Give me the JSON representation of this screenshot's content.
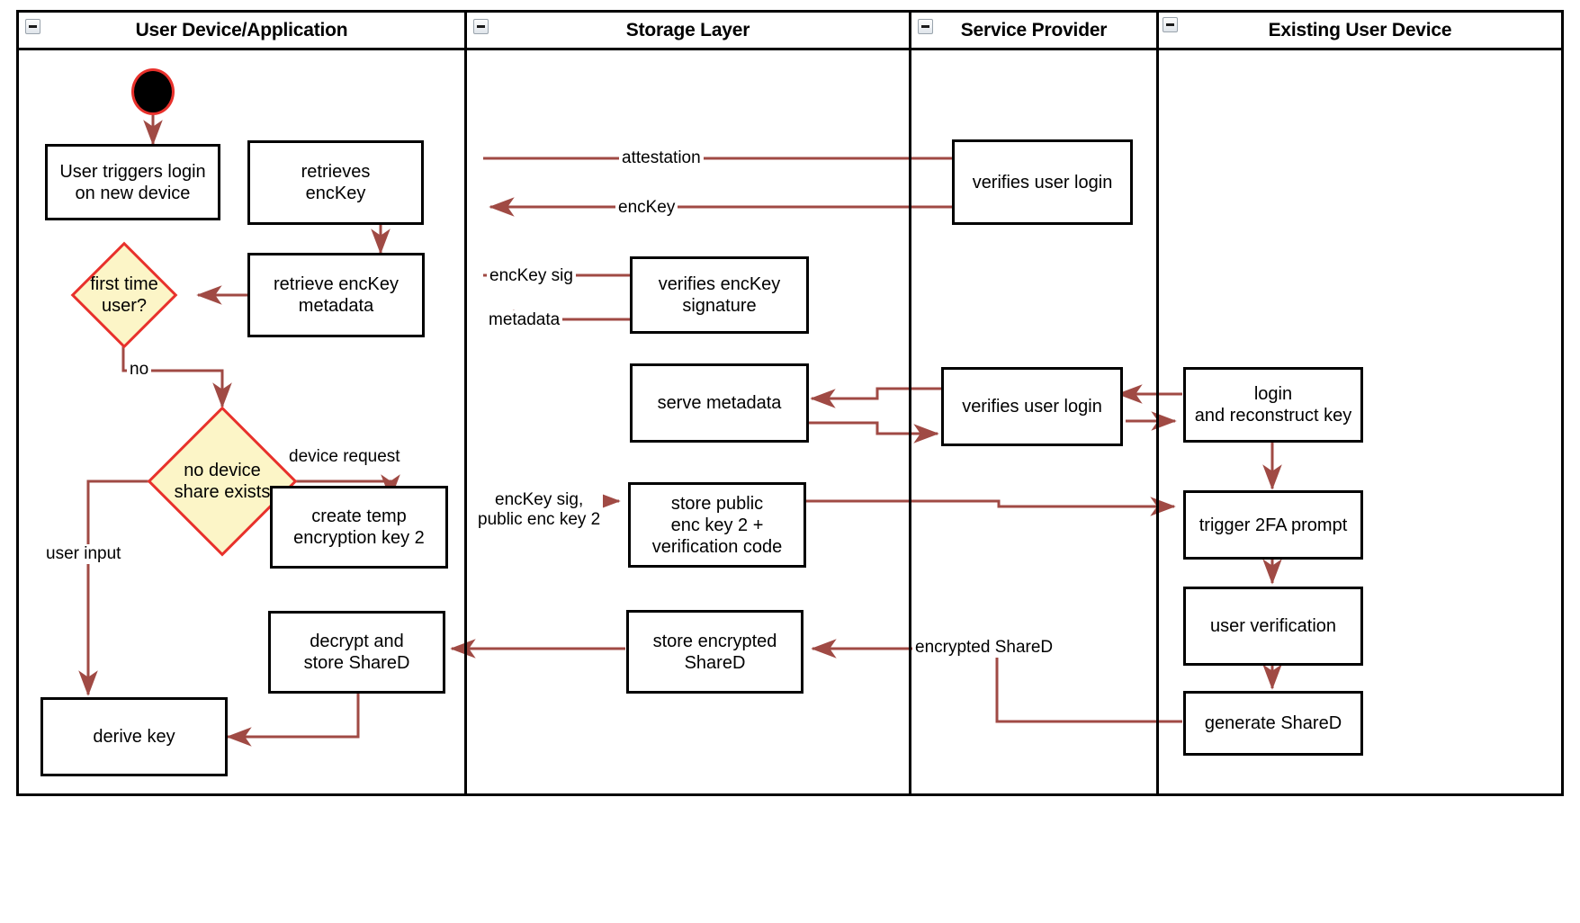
{
  "diagram": {
    "type": "uml-activity-swimlane",
    "title": "Key recovery / new device login activity diagram",
    "colors": {
      "edge": "#a04a44",
      "node_border": "#000000",
      "node_fill": "#ffffff",
      "decision_fill": "#fcf5c7",
      "decision_border": "#e8312c",
      "start_fill": "#000000",
      "start_border": "#e8312c",
      "lane_border": "#000000"
    }
  },
  "lanes": [
    {
      "id": "lane-user-device",
      "title": "User Device/Application",
      "collapse_icon": "minus-icon"
    },
    {
      "id": "lane-storage-layer",
      "title": "Storage Layer",
      "collapse_icon": "minus-icon"
    },
    {
      "id": "lane-service-provider",
      "title": "Service Provider",
      "collapse_icon": "minus-icon"
    },
    {
      "id": "lane-existing-user-device",
      "title": "Existing User Device",
      "collapse_icon": "minus-icon"
    }
  ],
  "nodes": [
    {
      "id": "start",
      "kind": "start",
      "lane": "lane-user-device",
      "label": ""
    },
    {
      "id": "user-triggers-login",
      "kind": "action",
      "lane": "lane-user-device",
      "label": "User triggers login\non new device"
    },
    {
      "id": "retrieves-enckey",
      "kind": "action",
      "lane": "lane-user-device",
      "label": "retrieves\nencKey"
    },
    {
      "id": "retrieve-enckey-metadata",
      "kind": "action",
      "lane": "lane-user-device",
      "label": "retrieve encKey\nmetadata"
    },
    {
      "id": "first-time-user",
      "kind": "decision",
      "lane": "lane-user-device",
      "label": "first time\nuser?"
    },
    {
      "id": "no-device-share-exists",
      "kind": "decision",
      "lane": "lane-user-device",
      "label": "no device\nshare exists"
    },
    {
      "id": "create-temp-encryption-key-2",
      "kind": "action",
      "lane": "lane-user-device",
      "label": "create temp\nencryption key 2"
    },
    {
      "id": "decrypt-and-store-shared",
      "kind": "action",
      "lane": "lane-user-device",
      "label": "decrypt and\nstore ShareD"
    },
    {
      "id": "derive-key",
      "kind": "action",
      "lane": "lane-user-device",
      "label": "derive key"
    },
    {
      "id": "verifies-enckey-signature",
      "kind": "action",
      "lane": "lane-storage-layer",
      "label": "verifies encKey\nsignature"
    },
    {
      "id": "serve-metadata",
      "kind": "action",
      "lane": "lane-storage-layer",
      "label": "serve metadata"
    },
    {
      "id": "store-public-enc-key-2",
      "kind": "action",
      "lane": "lane-storage-layer",
      "label": "store public\nenc key 2 +\nverification code"
    },
    {
      "id": "store-encrypted-shared",
      "kind": "action",
      "lane": "lane-storage-layer",
      "label": "store encrypted\nShareD"
    },
    {
      "id": "verifies-user-login-top",
      "kind": "action",
      "lane": "lane-service-provider",
      "label": "verifies user login"
    },
    {
      "id": "verifies-user-login-mid",
      "kind": "action",
      "lane": "lane-service-provider",
      "label": "verifies user login"
    },
    {
      "id": "login-and-reconstruct-key",
      "kind": "action",
      "lane": "lane-existing-user-device",
      "label": "login\nand reconstruct key"
    },
    {
      "id": "trigger-2fa-prompt",
      "kind": "action",
      "lane": "lane-existing-user-device",
      "label": "trigger 2FA prompt"
    },
    {
      "id": "user-verification",
      "kind": "action",
      "lane": "lane-existing-user-device",
      "label": "user verification"
    },
    {
      "id": "generate-shared",
      "kind": "action",
      "lane": "lane-existing-user-device",
      "label": "generate ShareD"
    }
  ],
  "edge_labels": [
    {
      "id": "attestation",
      "text": "attestation"
    },
    {
      "id": "enckey",
      "text": "encKey"
    },
    {
      "id": "enckey-sig",
      "text": "encKey sig"
    },
    {
      "id": "metadata",
      "text": "metadata"
    },
    {
      "id": "no",
      "text": "no"
    },
    {
      "id": "device-request",
      "text": "device request"
    },
    {
      "id": "enckey-sig-public-enc-key-2",
      "text": "encKey sig,\npublic enc key 2"
    },
    {
      "id": "user-input",
      "text": "user input"
    },
    {
      "id": "encrypted-shared",
      "text": "encrypted ShareD"
    }
  ]
}
